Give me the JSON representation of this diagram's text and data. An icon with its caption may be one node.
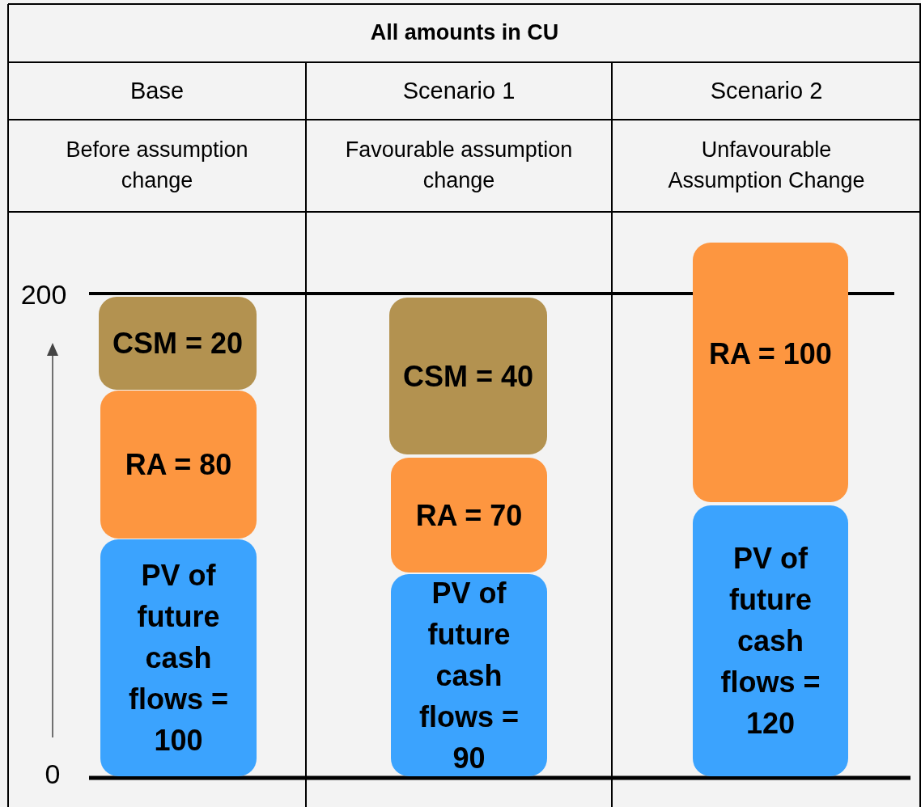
{
  "diagram": {
    "nodes": [
      {
        "text": [
          "CSM = 20"
        ]
      },
      {
        "text": [
          "RA = 80"
        ]
      },
      {
        "text": [
          "PV of future cash flows = 100"
        ]
      },
      {
        "text": [
          "CSM = 40"
        ]
      },
      {
        "text": [
          "RA = 70"
        ]
      },
      {
        "text": [
          "PV of future cash flows = 90"
        ]
      },
      {
        "text": [
          "RA = 100"
        ]
      },
      {
        "text": [
          "PV of future cash flows = 120"
        ]
      }
    ],
    "edges": [],
    "labels": [
      "All amounts in CU",
      "Base",
      "Scenario 1",
      "Scenario 2",
      "Before assumption change",
      "Favourable assumption change",
      "Unfavourable Assumption Change",
      "200",
      "0"
    ]
  }
}
